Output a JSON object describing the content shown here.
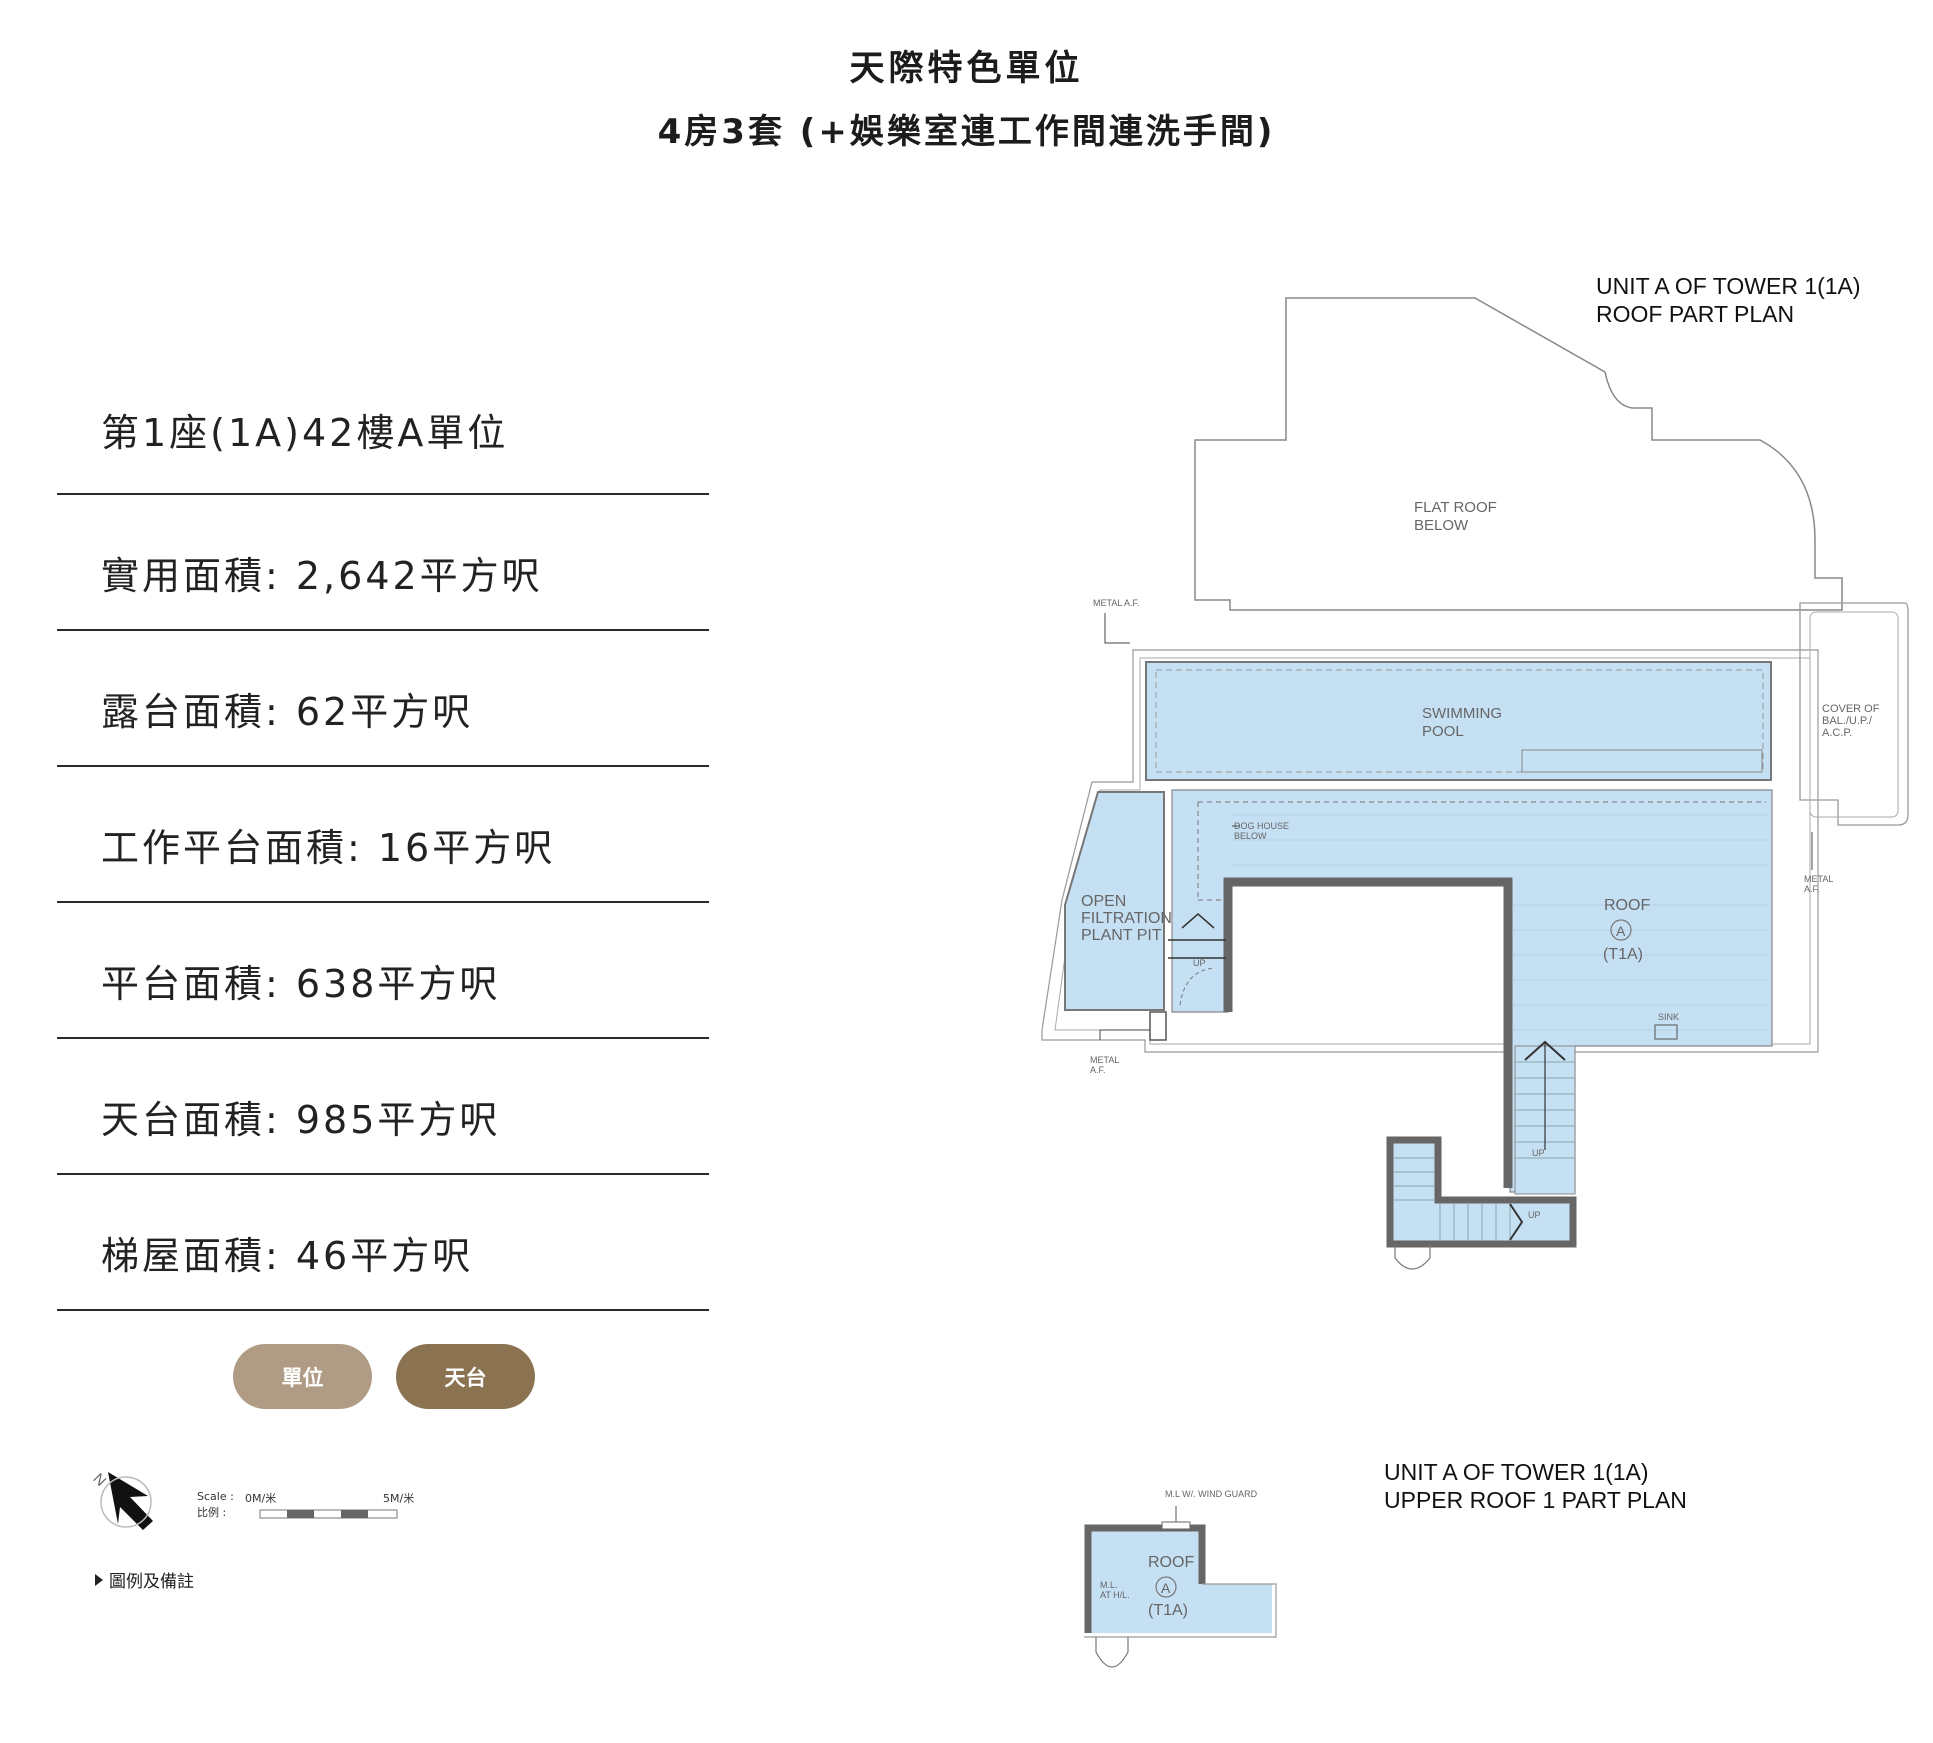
{
  "header": {
    "title": "天際特色單位",
    "subtitle": "4房3套 (+娛樂室連工作間連洗手間)"
  },
  "unit_info": {
    "rows": [
      "第1座(1A)42樓A單位",
      "實用面積: 2,642平方呎",
      "露台面積: 62平方呎",
      "工作平台面積: 16平方呎",
      "平台面積: 638平方呎",
      "天台面積: 985平方呎",
      "梯屋面積: 46平方呎"
    ]
  },
  "buttons": {
    "unit": "單位",
    "roof": "天台"
  },
  "scale": {
    "label_en": "Scale :",
    "label_zh": "比例 :",
    "start": "0M/米",
    "end": "5M/米"
  },
  "north_label": "N",
  "legend_link": "圖例及備註",
  "roof_plan": {
    "title_line1": "UNIT A OF TOWER 1(1A)",
    "title_line2": "ROOF PART PLAN",
    "labels": {
      "flat_roof_1": "FLAT ROOF",
      "flat_roof_2": "BELOW",
      "metal_af_top": "METAL A.F.",
      "swimming_1": "SWIMMING",
      "swimming_2": "POOL",
      "cover_1": "COVER OF",
      "cover_2": "BAL./U.P./",
      "cover_3": "A.C.P.",
      "dog_1": "DOG HOUSE",
      "dog_2": "BELOW",
      "filtration_1": "OPEN",
      "filtration_2": "FILTRATION",
      "filtration_3": "PLANT PIT",
      "up_1": "UP",
      "roof": "ROOF",
      "roof_letter": "A",
      "roof_code": "(T1A)",
      "sink": "SINK",
      "metal_af_right_1": "METAL",
      "metal_af_right_2": "A.F.",
      "metal_af_left_1": "METAL",
      "metal_af_left_2": "A.F.",
      "up_2": "UP",
      "up_3": "UP"
    }
  },
  "upper_plan": {
    "title_line1": "UNIT A OF TOWER 1(1A)",
    "title_line2": "UPPER ROOF 1 PART PLAN",
    "labels": {
      "wind_guard": "M.L W/. WIND GUARD",
      "ml_1": "M.L.",
      "ml_2": "AT H/L.",
      "roof": "ROOF",
      "roof_letter": "A",
      "roof_code": "(T1A)"
    }
  },
  "colors": {
    "room_fill": "#c5dff3",
    "wall": "#666666",
    "btn_unit": "#b09c84",
    "btn_roof": "#8b7352"
  }
}
